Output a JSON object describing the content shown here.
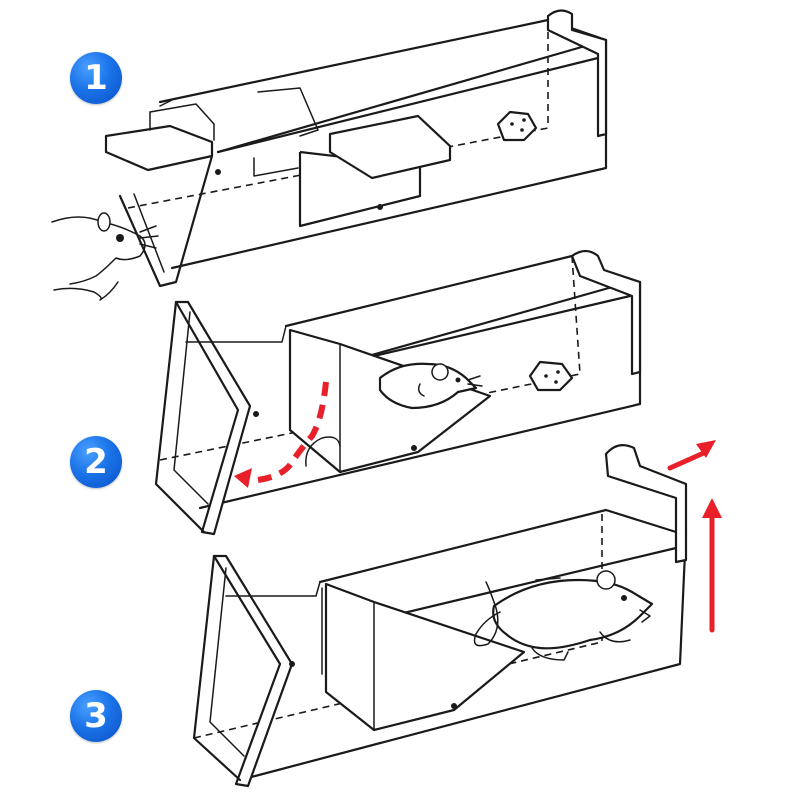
{
  "steps": [
    {
      "number": "1"
    },
    {
      "number": "2"
    },
    {
      "number": "3"
    }
  ],
  "colors": {
    "badge": "#1a73e8",
    "arrow": "#e8202a",
    "line": "#1a1a1a",
    "background": "#ffffff"
  }
}
